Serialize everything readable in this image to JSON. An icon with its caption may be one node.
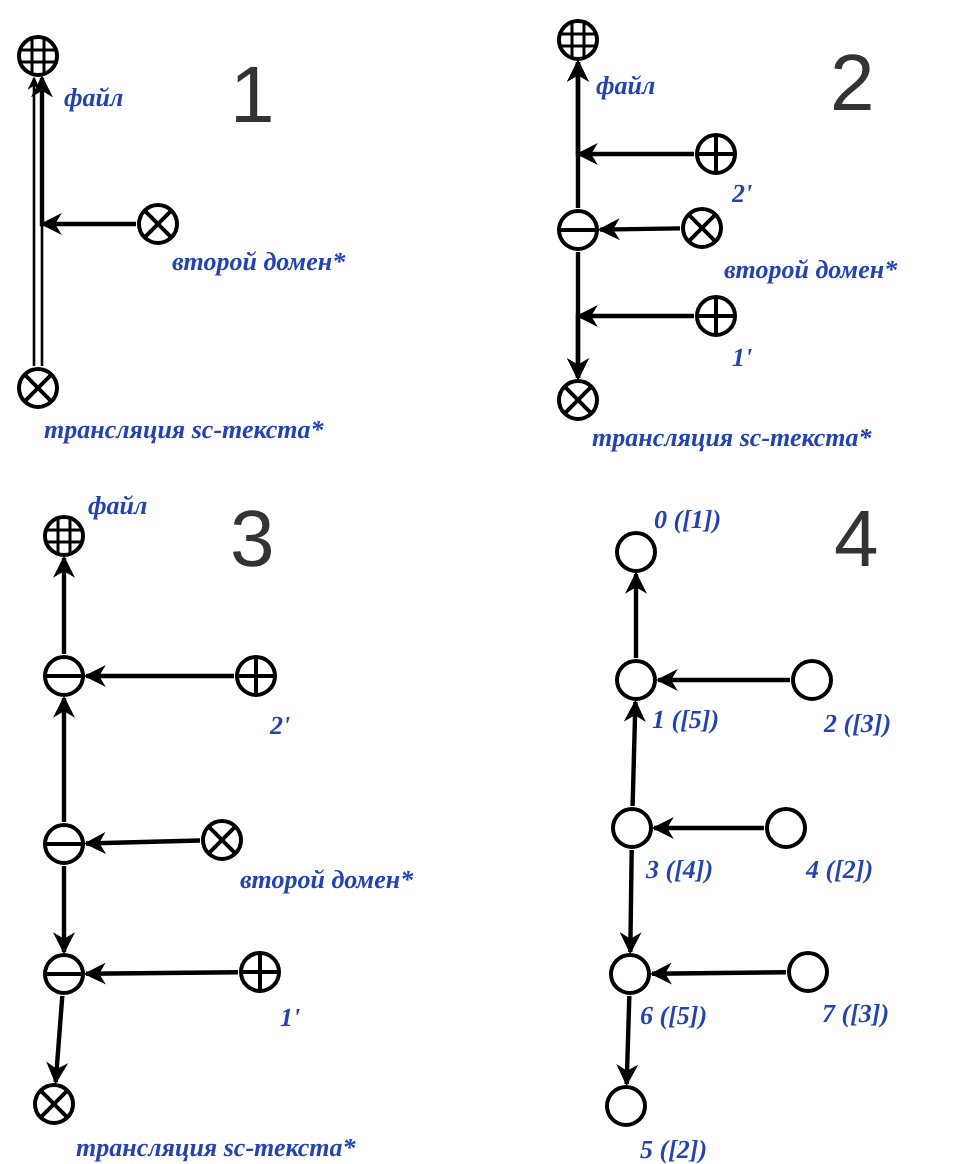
{
  "diagram": {
    "nodes": [
      {
        "text": [],
        "shape": "grid-circle",
        "beside": [
          "файл"
        ]
      },
      {
        "text": [],
        "shape": "cross-circle",
        "beside": [
          "второй домен*"
        ]
      },
      {
        "text": [],
        "shape": "cross-circle",
        "beside": [
          "трансляция sc-текста*"
        ]
      },
      {
        "text": [],
        "shape": "grid-circle",
        "beside": [
          "файл"
        ]
      },
      {
        "text": [],
        "shape": "plus-circle",
        "beside": [
          "2'"
        ]
      },
      {
        "text": [],
        "shape": "minus-circle"
      },
      {
        "text": [],
        "shape": "cross-circle",
        "beside": [
          "второй домен*"
        ]
      },
      {
        "text": [],
        "shape": "plus-circle",
        "beside": [
          "1'"
        ]
      },
      {
        "text": [],
        "shape": "cross-circle",
        "beside": [
          "трансляция sc-текста*"
        ]
      },
      {
        "text": [],
        "shape": "grid-circle",
        "beside": [
          "файл"
        ]
      },
      {
        "text": [],
        "shape": "minus-circle"
      },
      {
        "text": [],
        "shape": "plus-circle",
        "beside": [
          "2'"
        ]
      },
      {
        "text": [],
        "shape": "minus-circle"
      },
      {
        "text": [],
        "shape": "cross-circle",
        "beside": [
          "второй домен*"
        ]
      },
      {
        "text": [],
        "shape": "minus-circle"
      },
      {
        "text": [],
        "shape": "plus-circle",
        "beside": [
          "1'"
        ]
      },
      {
        "text": [],
        "shape": "cross-circle",
        "beside": [
          "трансляция sc-текста*"
        ]
      },
      {
        "text": [],
        "shape": "circle",
        "beside": [
          "0 ([1])"
        ]
      },
      {
        "text": [],
        "shape": "circle",
        "beside": [
          "1 ([5])"
        ]
      },
      {
        "text": [],
        "shape": "circle",
        "beside": [
          "2 ([3])"
        ]
      },
      {
        "text": [],
        "shape": "circle",
        "beside": [
          "3 ([4])"
        ]
      },
      {
        "text": [],
        "shape": "circle",
        "beside": [
          "4 ([2])"
        ]
      },
      {
        "text": [],
        "shape": "circle",
        "beside": [
          "6 ([5])"
        ]
      },
      {
        "text": [],
        "shape": "circle",
        "beside": [
          "7 ([3])"
        ]
      },
      {
        "text": [],
        "shape": "circle",
        "beside": [
          "5 ([2])"
        ]
      }
    ],
    "edges": [
      {
        "from": 2,
        "to": 0,
        "arrow": "to"
      },
      {
        "from": 1,
        "to": 0,
        "arrow": "to"
      },
      {
        "from": 5,
        "to": 3,
        "arrow": "to"
      },
      {
        "from": 4,
        "to": 3,
        "arrow": "to"
      },
      {
        "from": 6,
        "to": 5,
        "arrow": "to"
      },
      {
        "from": 5,
        "to": 8,
        "arrow": "to"
      },
      {
        "from": 7,
        "to": 8,
        "arrow": "to"
      },
      {
        "from": 10,
        "to": 9,
        "arrow": "to"
      },
      {
        "from": 11,
        "to": 10,
        "arrow": "to"
      },
      {
        "from": 12,
        "to": 10,
        "arrow": "to"
      },
      {
        "from": 13,
        "to": 12,
        "arrow": "to"
      },
      {
        "from": 12,
        "to": 14,
        "arrow": "to"
      },
      {
        "from": 15,
        "to": 14,
        "arrow": "to"
      },
      {
        "from": 14,
        "to": 16,
        "arrow": "to"
      },
      {
        "from": 18,
        "to": 17,
        "arrow": "to"
      },
      {
        "from": 19,
        "to": 18,
        "arrow": "to"
      },
      {
        "from": 20,
        "to": 18,
        "arrow": "to"
      },
      {
        "from": 21,
        "to": 20,
        "arrow": "to"
      },
      {
        "from": 20,
        "to": 22,
        "arrow": "to"
      },
      {
        "from": 23,
        "to": 22,
        "arrow": "to"
      },
      {
        "from": 22,
        "to": 24,
        "arrow": "to"
      }
    ],
    "labels": [
      "1",
      "2",
      "3",
      "4"
    ]
  }
}
